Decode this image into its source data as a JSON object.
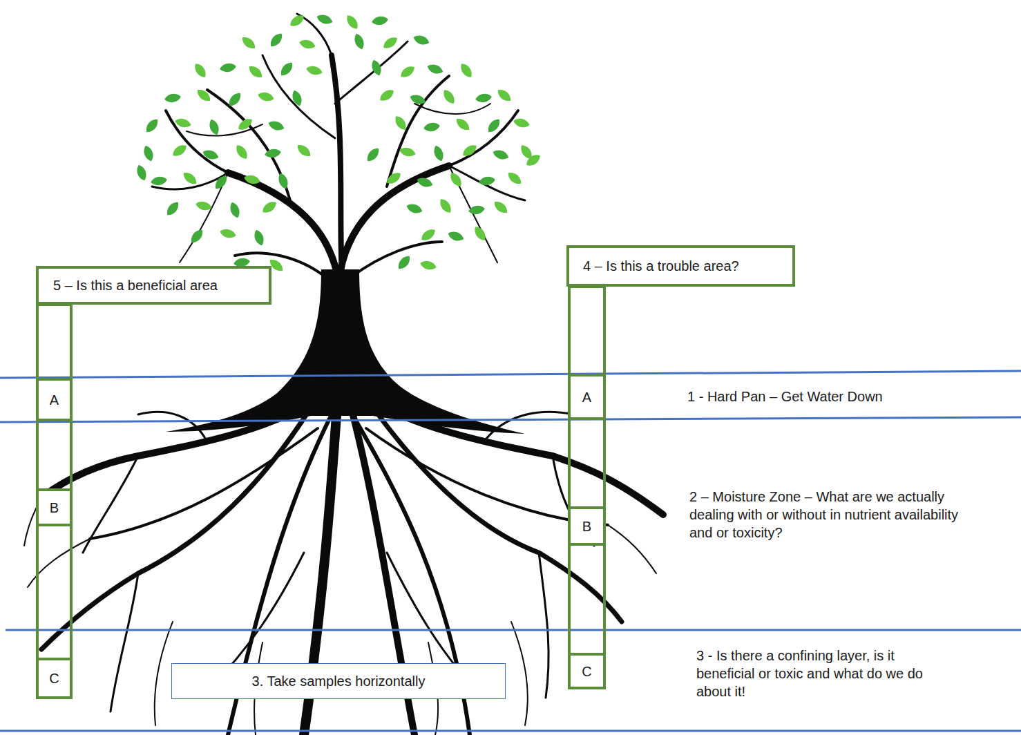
{
  "diagram": {
    "nodes": [
      {
        "text": [
          "5 – Is this a beneficial area"
        ]
      },
      {
        "text": [
          "A"
        ]
      },
      {
        "text": [
          "B"
        ]
      },
      {
        "text": [
          "C"
        ]
      },
      {
        "text": [
          "4 – Is this a trouble area?"
        ]
      },
      {
        "text": [
          "A"
        ]
      },
      {
        "text": [
          "B"
        ]
      },
      {
        "text": [
          "C"
        ]
      },
      {
        "text": [
          "3. Take samples horizontally"
        ]
      }
    ],
    "labels": [
      "1 - Hard Pan – Get Water Down",
      "2 – Moisture Zone – What are we actually dealing with or without in nutrient availability and or toxicity?",
      "3 - Is there a confining layer, is it beneficial or toxic and what do we do about it!"
    ]
  }
}
